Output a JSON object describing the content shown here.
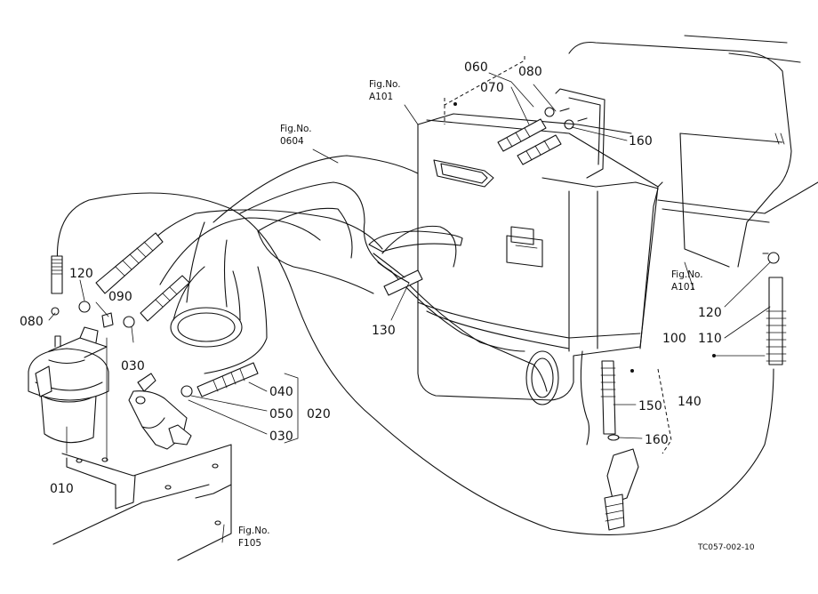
{
  "parts": {
    "p060": "060",
    "p070": "070",
    "p080_top": "080",
    "p160_top": "160",
    "p120_left": "120",
    "p090": "090",
    "p080_left": "080",
    "p030_mid": "030",
    "p010": "010",
    "p040": "040",
    "p050": "050",
    "p020": "020",
    "p030_low": "030",
    "p130": "130",
    "p150": "150",
    "p140": "140",
    "p160_low": "160",
    "p120_right": "120",
    "p110": "110",
    "p100": "100"
  },
  "figure_refs": {
    "a101_top": {
      "line1": "Fig.No.",
      "line2": "A101"
    },
    "f0604": {
      "line1": "Fig.No.",
      "line2": "0604"
    },
    "a101_right": {
      "line1": "Fig.No.",
      "line2": "A101"
    },
    "f105": {
      "line1": "Fig.No.",
      "line2": "F105"
    }
  },
  "drawing_code": "TC057-002-10"
}
